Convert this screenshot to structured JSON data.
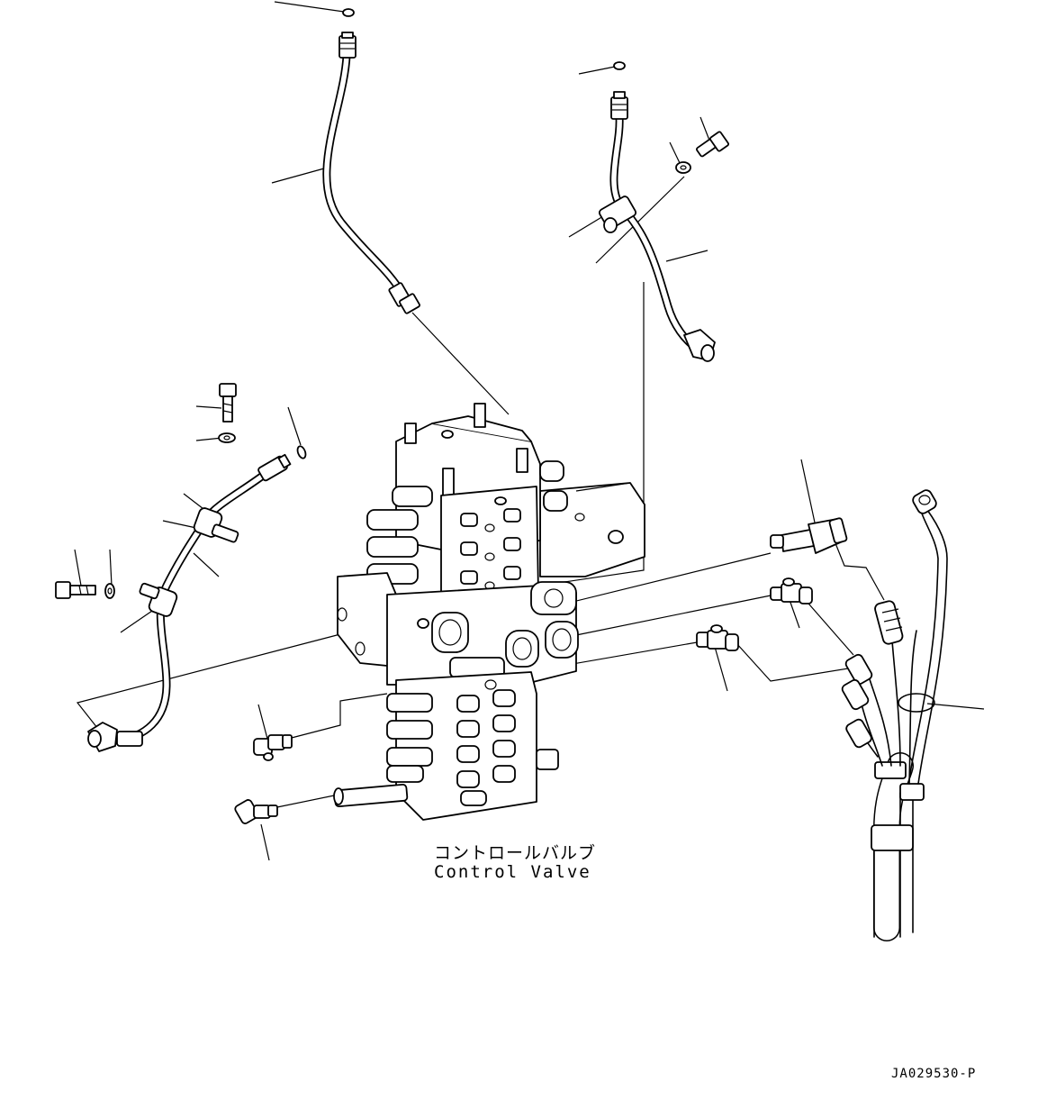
{
  "diagram": {
    "component_label_jp": "コントロールバルブ",
    "component_label_en": "Control Valve",
    "drawing_code": "JA029530-P"
  },
  "icons": [
    "hose-icon",
    "bolt-icon",
    "washer-icon",
    "clamp-icon",
    "elbow-fitting-icon",
    "connector-icon",
    "wire-harness-icon",
    "control-valve-icon"
  ]
}
